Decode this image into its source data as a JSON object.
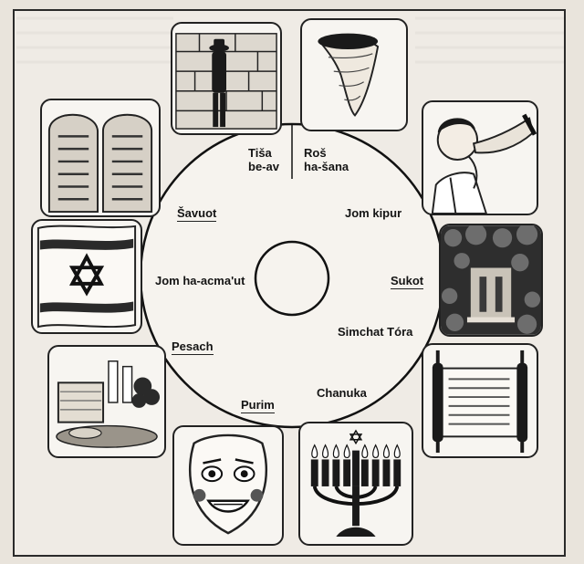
{
  "calendar": {
    "holidays": {
      "tisa": "Tiša\nbe-av",
      "ros": "Roš\nha-šana",
      "jom_kipur": "Jom kipur",
      "sukot": "Sukot",
      "simchat_tora": "Simchat Tóra",
      "chanuka": "Chanuka",
      "purim": "Purim",
      "pesach": "Pesach",
      "jom_haacmaut": "Jom ha-acma'ut",
      "savuot": "Šavuot"
    }
  },
  "icons": [
    "western-wall-icon",
    "shofar-horn-icon",
    "shofar-blower-icon",
    "sukkah-icon",
    "torah-scroll-icon",
    "menorah-icon",
    "purim-mask-icon",
    "passover-table-icon",
    "israel-flag-icon",
    "tablets-icon"
  ],
  "colors": {
    "ink": "#141414",
    "paper": "#f4f1ec",
    "background": "#e9e4dc"
  }
}
